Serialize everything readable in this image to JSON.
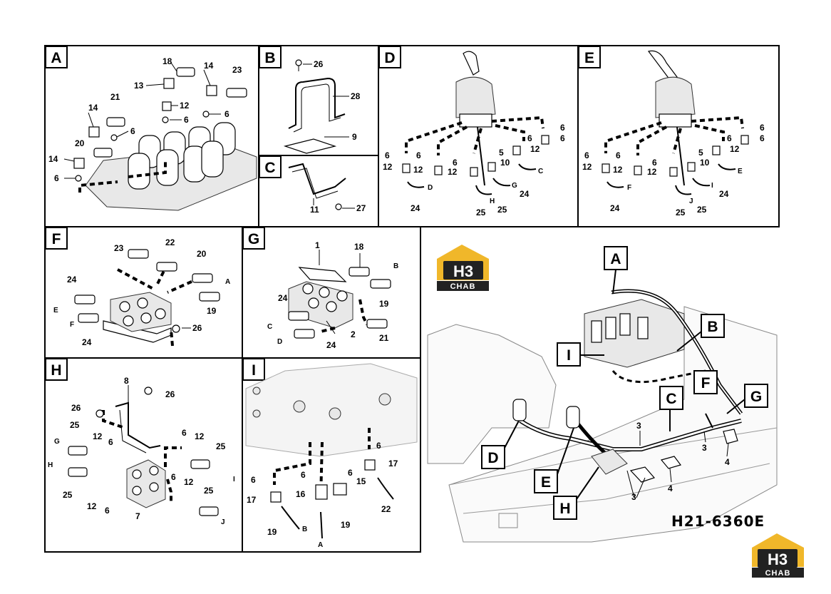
{
  "diagram_code": "H21-6360E",
  "logo": {
    "mark": "H3",
    "sub": "CHAB"
  },
  "panels": {
    "A": {
      "tag": "A",
      "labels": [
        "18",
        "14",
        "23",
        "13",
        "12",
        "6",
        "6",
        "21",
        "14",
        "6",
        "14",
        "20",
        "6"
      ]
    },
    "B": {
      "tag": "B",
      "labels": [
        "26",
        "28",
        "9"
      ]
    },
    "C": {
      "tag": "C",
      "labels": [
        "11",
        "27"
      ]
    },
    "D": {
      "tag": "D",
      "labels": [
        "6",
        "12",
        "6",
        "5",
        "12",
        "6",
        "12",
        "6",
        "12",
        "6",
        "10",
        "C",
        "D",
        "24",
        "H",
        "G",
        "25",
        "25",
        "24"
      ]
    },
    "E": {
      "tag": "E",
      "labels": [
        "6",
        "12",
        "6",
        "5",
        "12",
        "6",
        "12",
        "6",
        "12",
        "6",
        "10",
        "E",
        "F",
        "24",
        "J",
        "I",
        "25",
        "25",
        "24"
      ]
    },
    "F": {
      "tag": "F",
      "labels": [
        "23",
        "22",
        "20",
        "A",
        "24",
        "E",
        "19",
        "26",
        "F",
        "24"
      ]
    },
    "G": {
      "tag": "G",
      "labels": [
        "1",
        "18",
        "B",
        "24",
        "19",
        "C",
        "2",
        "D",
        "24",
        "21"
      ]
    },
    "H": {
      "tag": "H",
      "labels": [
        "8",
        "26",
        "26",
        "25",
        "12",
        "6",
        "6",
        "12",
        "25",
        "G",
        "H",
        "6",
        "I",
        "25",
        "12",
        "12",
        "25",
        "6",
        "7",
        "J"
      ]
    },
    "I": {
      "tag": "I",
      "labels": [
        "6",
        "6",
        "17",
        "6",
        "16",
        "15",
        "17",
        "22",
        "19",
        "B",
        "19",
        "A"
      ]
    }
  },
  "overview": {
    "callouts": [
      "A",
      "B",
      "I",
      "C",
      "F",
      "G",
      "D",
      "E",
      "H"
    ],
    "numbers": [
      "3",
      "3",
      "3",
      "4",
      "4"
    ]
  }
}
